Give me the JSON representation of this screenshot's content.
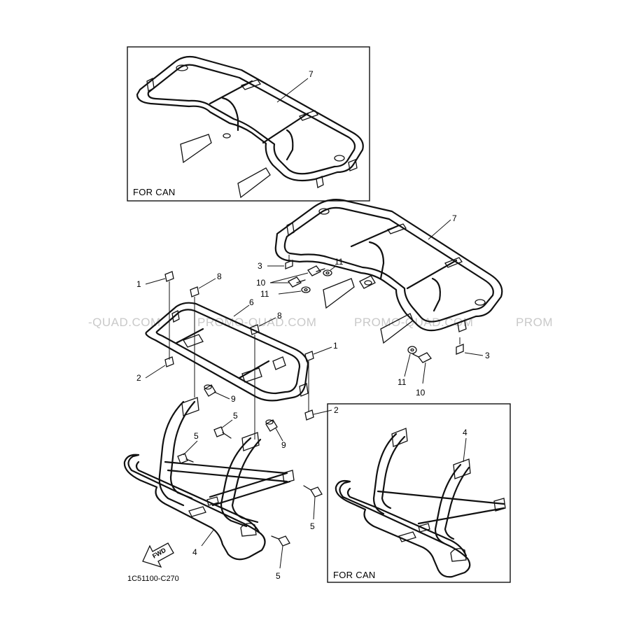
{
  "watermark": {
    "segments": [
      "-QUAD.COM",
      "PROMO-QUAD.COM",
      "PROMO-QUAD.COM",
      "PROM"
    ]
  },
  "insets": {
    "top_caption": "FOR CAN",
    "bottom_caption": "FOR CAN"
  },
  "reference_code": "1C51100-C270",
  "fwd_label": "FWD",
  "callouts": {
    "top_inset_rack": "7",
    "rear_rack": "7",
    "bolt_left": "1",
    "bolt_right": "1",
    "nut_left": "2",
    "nut_right": "2",
    "nut_rear_left": "3",
    "nut_rear_right": "3",
    "front_rack": "6",
    "collar_left": "8",
    "collar_center": "8",
    "damper_left": "9",
    "damper_right": "9",
    "bolt_upper": "10",
    "bolt_lower_right": "10",
    "washer_upper": "11",
    "washer_mid": "11",
    "washer_lower_right": "11",
    "bolt5_a": "5",
    "bolt5_b": "5",
    "bolt5_c": "5",
    "bolt5_d": "5",
    "guard": "4",
    "guard_can": "4"
  }
}
